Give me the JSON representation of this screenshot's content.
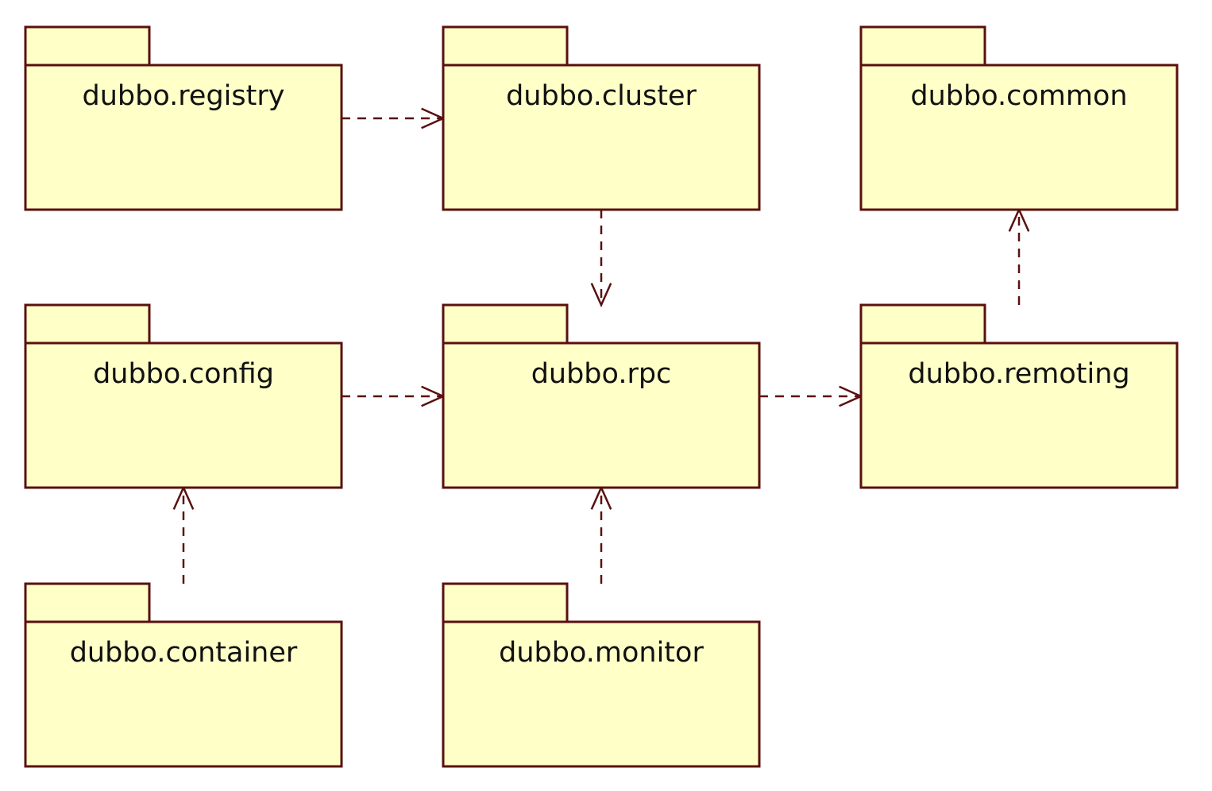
{
  "colors": {
    "package_fill": "#ffffc8",
    "package_stroke": "#5a1010",
    "dependency_line": "#5a1010",
    "label_text": "#111111"
  },
  "packages": [
    {
      "id": "registry",
      "label": "dubbo.registry"
    },
    {
      "id": "cluster",
      "label": "dubbo.cluster"
    },
    {
      "id": "common",
      "label": "dubbo.common"
    },
    {
      "id": "config",
      "label": "dubbo.config"
    },
    {
      "id": "rpc",
      "label": "dubbo.rpc"
    },
    {
      "id": "remoting",
      "label": "dubbo.remoting"
    },
    {
      "id": "container",
      "label": "dubbo.container"
    },
    {
      "id": "monitor",
      "label": "dubbo.monitor"
    }
  ],
  "dependencies": [
    {
      "from": "registry",
      "to": "cluster"
    },
    {
      "from": "cluster",
      "to": "rpc"
    },
    {
      "from": "remoting",
      "to": "common"
    },
    {
      "from": "config",
      "to": "rpc"
    },
    {
      "from": "rpc",
      "to": "remoting"
    },
    {
      "from": "container",
      "to": "config"
    },
    {
      "from": "monitor",
      "to": "rpc"
    }
  ]
}
